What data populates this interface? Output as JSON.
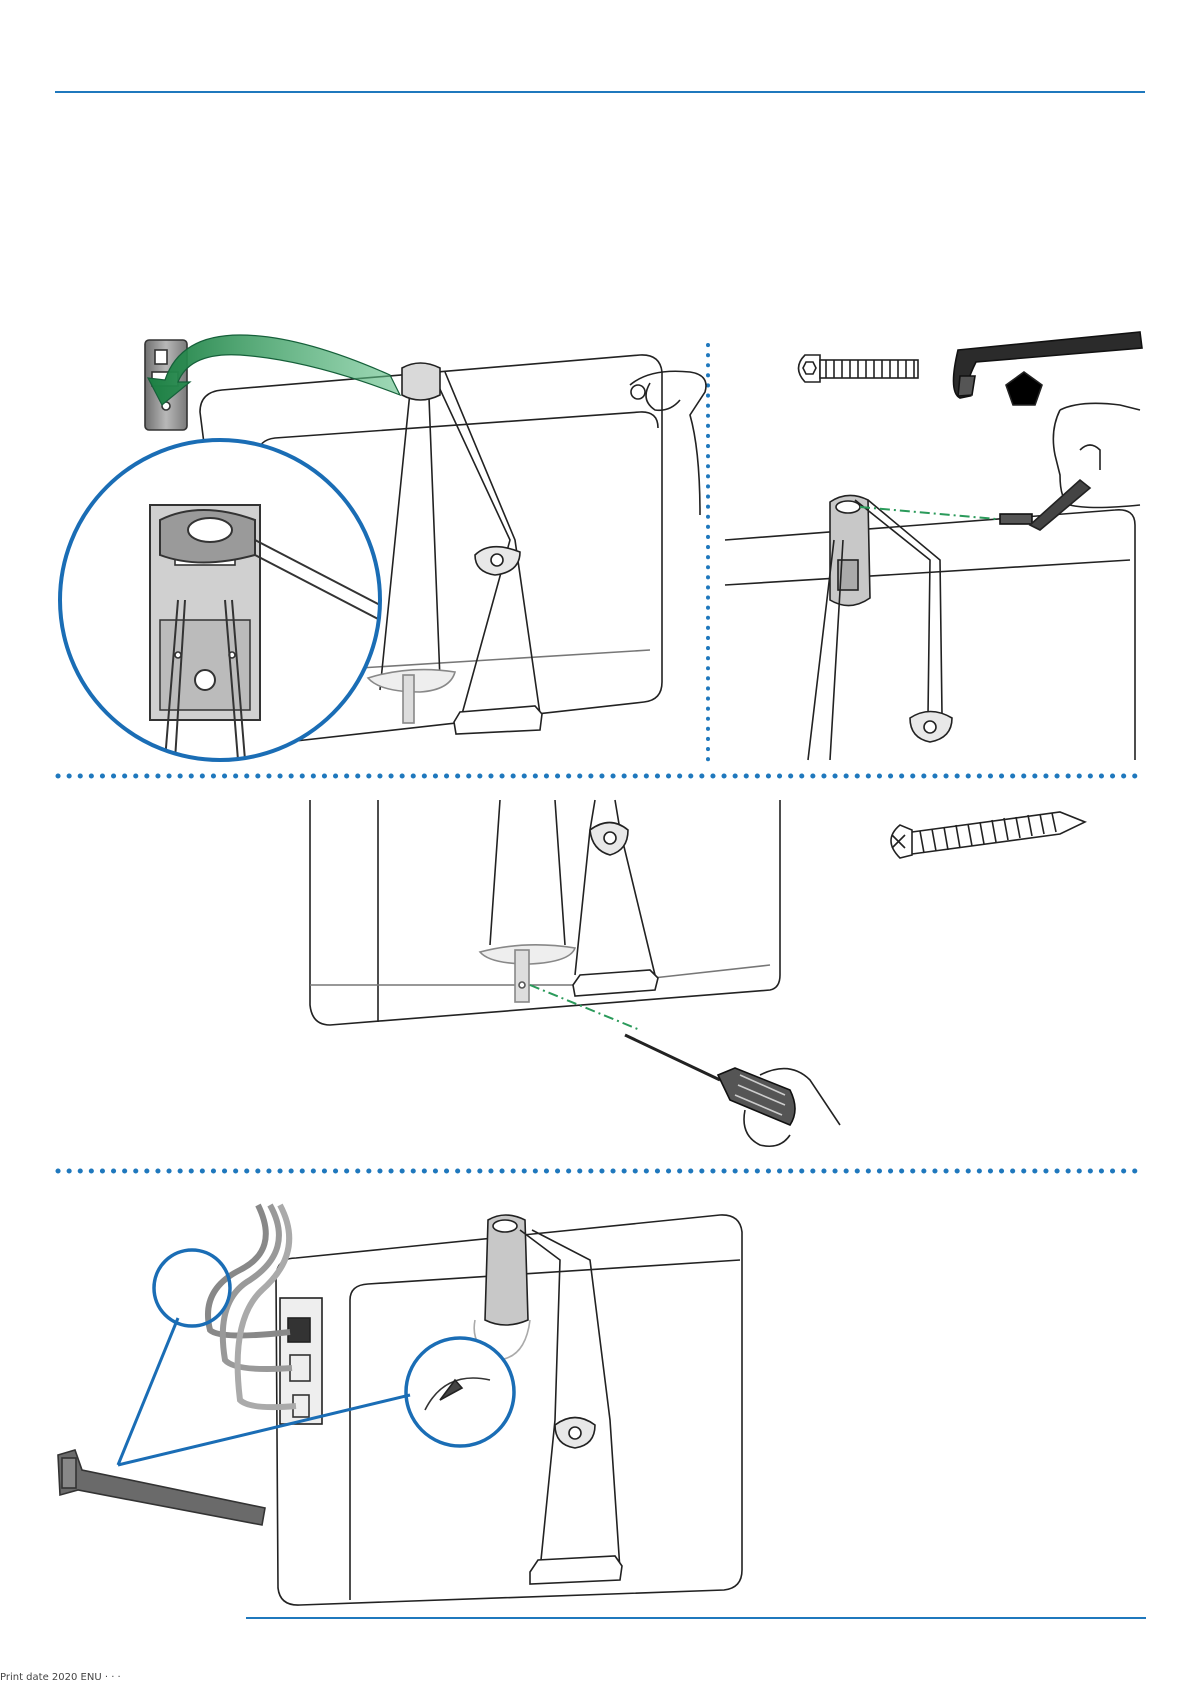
{
  "document": {
    "footer_note": "Print date 2020 ENU · · ·"
  },
  "colors": {
    "accent_rule": "#1f78bd",
    "dotted_divider": "#1f78bd",
    "callout_ring": "#1a6db5",
    "arrow_green": "#1f8a4c",
    "leader_green": "#2a9a5a",
    "line_art": "#222222",
    "shaded_metal": "#8a8a8a"
  },
  "panels": [
    {
      "id": "step-1",
      "content": "Hooking the top bracket of the mounting strap onto the back edge of the speaker",
      "icons": [
        "mounting-bracket-icon",
        "curved-arrow-icon",
        "hand-icon",
        "callout-magnifier"
      ]
    },
    {
      "id": "step-2",
      "content": "Securing the top bracket with the button-head screw and the hex key",
      "icons": [
        "button-head-screw-icon",
        "hex-key-icon",
        "pentagon-marker-icon",
        "hand-icon"
      ]
    },
    {
      "id": "step-3",
      "content": "Fastening the lower bracket with a wood screw and screwdriver",
      "icons": [
        "wood-screw-icon",
        "screwdriver-icon",
        "hand-icon"
      ]
    },
    {
      "id": "step-4",
      "content": "Routing cables and fixing them with a cable tie",
      "icons": [
        "cable-bundle-icon",
        "cable-tie-icon",
        "callout-magnifier"
      ]
    }
  ]
}
